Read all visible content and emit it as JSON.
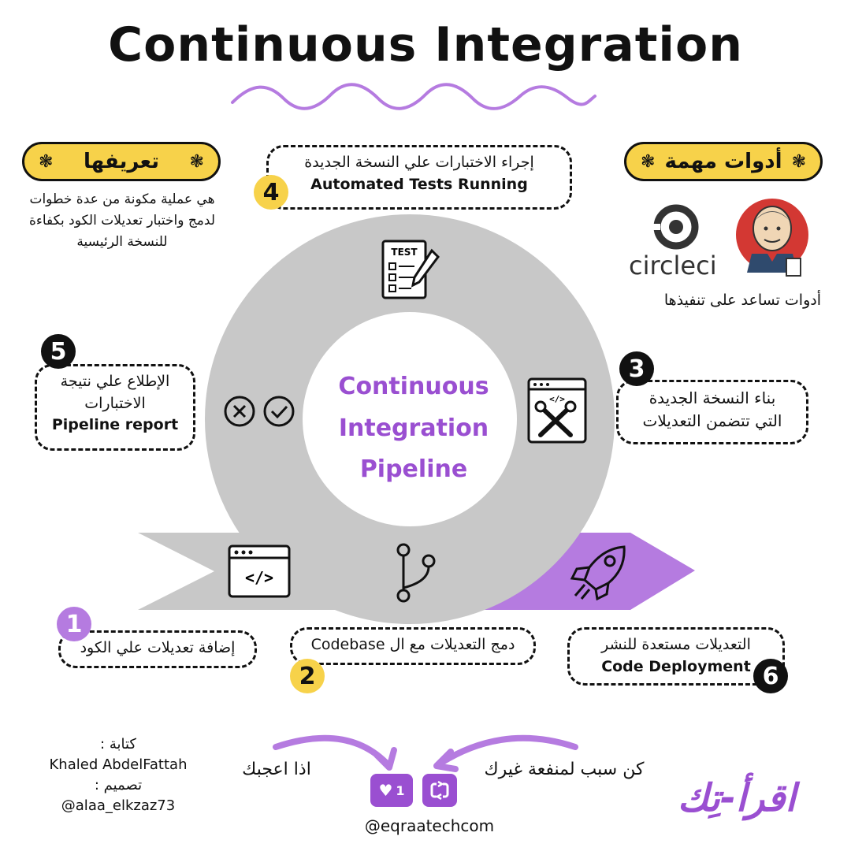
{
  "title": "Continuous Integration",
  "definition": {
    "heading": "تعريفها",
    "text": "هي عملية مكونة من عدة خطوات لدمج واختبار تعديلات الكود بكفاءة للنسخة الرئيسية"
  },
  "tools": {
    "heading": "أدوات مهمة",
    "logo_text": "circleci",
    "caption": "أدوات تساعد على تنفيذها"
  },
  "center": {
    "line1": "Continuous",
    "line2": "Integration",
    "line3": "Pipeline"
  },
  "steps": [
    {
      "num": "1",
      "ar": "إضافة تعديلات علي الكود",
      "en": ""
    },
    {
      "num": "2",
      "ar": "دمج التعديلات مع ال Codebase",
      "en": ""
    },
    {
      "num": "3",
      "ar": "بناء النسخة الجديدة",
      "ar2": "التي تتضمن التعديلات",
      "en": ""
    },
    {
      "num": "4",
      "ar": "إجراء الاختبارات علي النسخة الجديدة",
      "en": "Automated Tests Running"
    },
    {
      "num": "5",
      "ar": "الإطلاع علي نتيجة",
      "ar2": "الاختبارات",
      "en": "Pipeline report"
    },
    {
      "num": "6",
      "ar": "التعديلات مستعدة للنشر",
      "en": "Code Deployment"
    }
  ],
  "icons": {
    "test_label": "TEST",
    "code_label": "</>",
    "like_count": "1"
  },
  "footer": {
    "written_by_label": "كتابة :",
    "writer": "Khaled AbdelFattah",
    "design_label": "تصميم :",
    "designer": "@alaa_elkzaz73",
    "like_text": "اذا اعجبك",
    "share_text": "كن سبب لمنفعة غيرك",
    "handle": "@eqraatechcom",
    "brand": "اقرأ-تِك"
  },
  "colors": {
    "accent_purple": "#b57be0",
    "yellow": "#f7d24a",
    "gray": "#c8c8c8"
  }
}
